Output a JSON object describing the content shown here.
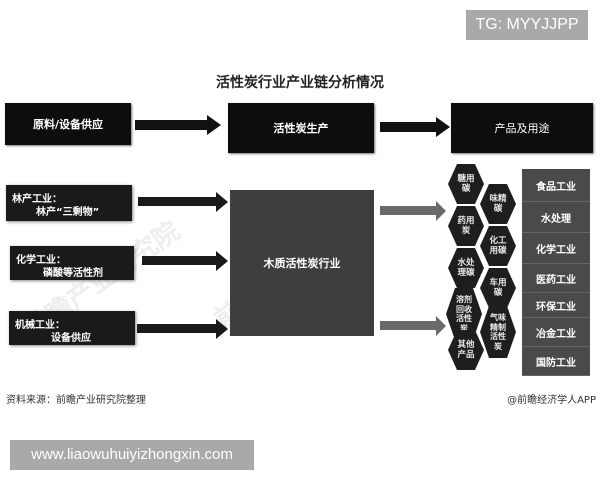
{
  "watermark_badges": {
    "tg": "TG: MYYJJPP",
    "url": "www.liaowuhuiyizhongxin.com"
  },
  "diagram": {
    "title": "活性炭行业产业链分析情况",
    "stages": [
      {
        "label": "原料/设备供应"
      },
      {
        "label": "活性炭生产"
      },
      {
        "label": "产品及用途"
      }
    ],
    "inputs": [
      {
        "industry": "林产工业：",
        "detail": "林产“三剩物”"
      },
      {
        "industry": "化学工业：",
        "detail": "磷酸等活性剂"
      },
      {
        "industry": "机械工业：",
        "detail": "设备供应"
      }
    ],
    "core": {
      "label": "木质活性炭行业"
    },
    "products": [
      {
        "label": "糖用\n碳"
      },
      {
        "label": "味精\n碳"
      },
      {
        "label": "药用\n炭"
      },
      {
        "label": "化工\n用碳"
      },
      {
        "label": "水处\n理碳"
      },
      {
        "label": "车用\n碳"
      },
      {
        "label": "溶剂\n回收\n活性\n炭"
      },
      {
        "label": "气味\n精制\n活性\n炭"
      },
      {
        "label": "其他\n产品"
      }
    ],
    "applications": [
      {
        "label": "食品工业"
      },
      {
        "label": "水处理"
      },
      {
        "label": "化学工业"
      },
      {
        "label": "医药工业"
      },
      {
        "label": "环保工业"
      },
      {
        "label": "冶金工业"
      },
      {
        "label": "国防工业"
      }
    ],
    "background_watermark": "前瞻产业研究院"
  },
  "footer": {
    "source": "资料来源：前瞻产业研究院整理",
    "credit": "@前瞻经济学人APP"
  },
  "colors": {
    "stage_box": "#0d0d0d",
    "core_box": "#3e3e3e",
    "hexagon": "#1e1e1e",
    "application_box": "#4a4a4a",
    "badge": "#a9a9a9"
  }
}
